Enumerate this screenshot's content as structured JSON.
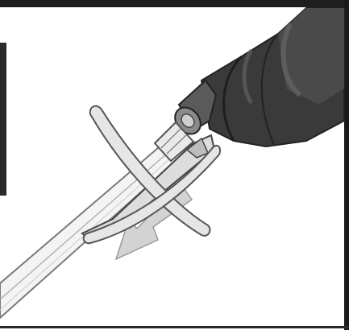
{
  "illustration": {
    "subject": "handheld-tool-nozzle-with-attachment-clip",
    "prohibition_mark": "cross",
    "motion_hint": "arrow-pull-down-left",
    "colors": {
      "tool_body_dark": "#3a3a3a",
      "tool_body_mid": "#555555",
      "tool_highlight": "#8a8a8a",
      "tube_fill": "#f2f2f2",
      "tube_outline": "#777777",
      "clip_fill": "#dcdcdc",
      "cross_fill": "#e4e4e4",
      "arrow_fill": "#d0d0d0",
      "frame_dark": "#1e1e1e"
    }
  }
}
